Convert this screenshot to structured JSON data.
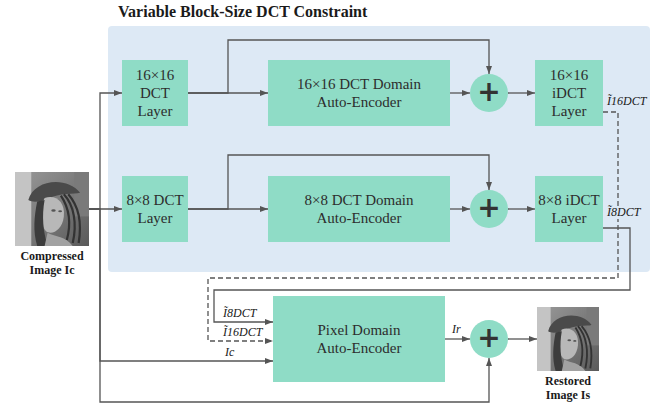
{
  "diagram": {
    "nodes": [
      {
        "text": [
          "Variable Block-Size DCT Constraint"
        ]
      },
      {
        "text": [
          "16×16 DCT Layer"
        ],
        "in": 0
      },
      {
        "text": [
          "16×16 DCT Domain Auto-Encoder"
        ],
        "in": 0
      },
      {
        "text": [
          "+"
        ],
        "in": 0
      },
      {
        "text": [
          "16×16 iDCT Layer"
        ],
        "in": 0
      },
      {
        "text": [
          "8×8 DCT Layer"
        ],
        "in": 0
      },
      {
        "text": [
          "8×8 DCT Domain Auto-Encoder"
        ],
        "in": 0
      },
      {
        "text": [
          "+"
        ],
        "in": 0
      },
      {
        "text": [
          "8×8 iDCT Layer"
        ],
        "in": 0
      },
      {
        "text": [
          "Pixel Domain Auto-Encoder"
        ]
      },
      {
        "text": [
          "+"
        ]
      },
      {
        "text": [
          "Compressed Image Ic"
        ]
      },
      {
        "text": [
          "Restored Image Is"
        ]
      }
    ],
    "edges": [
      {
        "from": 11,
        "to": 1,
        "arrow": "to"
      },
      {
        "from": 11,
        "to": 5,
        "arrow": "to"
      },
      {
        "from": 11,
        "to": 9,
        "label": "Ic",
        "arrow": "to"
      },
      {
        "from": 11,
        "to": 10,
        "arrow": "to"
      },
      {
        "from": 1,
        "to": 2,
        "arrow": "to"
      },
      {
        "from": 1,
        "to": 3,
        "arrow": "to"
      },
      {
        "from": 2,
        "to": 3,
        "arrow": "to"
      },
      {
        "from": 3,
        "to": 4,
        "arrow": "to"
      },
      {
        "from": 5,
        "to": 6,
        "arrow": "to"
      },
      {
        "from": 5,
        "to": 7,
        "arrow": "to"
      },
      {
        "from": 6,
        "to": 7,
        "arrow": "to"
      },
      {
        "from": 7,
        "to": 8,
        "arrow": "to"
      },
      {
        "from": 4,
        "to": 9,
        "arrow": "to"
      },
      {
        "from": 8,
        "to": 9,
        "arrow": "to"
      },
      {
        "from": 9,
        "to": 10,
        "label": "Ir",
        "arrow": "to"
      },
      {
        "from": 10,
        "to": 12,
        "arrow": "to"
      }
    ],
    "labels": [
      "Ĩ16DCT",
      "Ĩ8DCT",
      "Ĩ8DCT",
      "Ĩ16DCT"
    ]
  }
}
